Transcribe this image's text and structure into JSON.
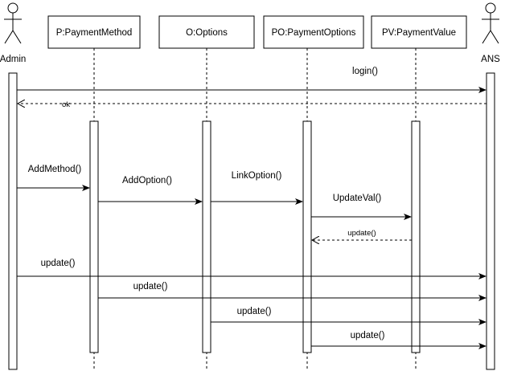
{
  "diagram": {
    "actors": [
      {
        "id": "admin",
        "label": "Admin"
      },
      {
        "id": "ans",
        "label": "ANS"
      }
    ],
    "objects": [
      {
        "id": "pm",
        "label": "P:PaymentMethod"
      },
      {
        "id": "opt",
        "label": "O:Options"
      },
      {
        "id": "po",
        "label": "PO:PaymentOptions"
      },
      {
        "id": "pv",
        "label": "PV:PaymentValue"
      }
    ],
    "messages": [
      {
        "id": "login",
        "label": "login()",
        "kind": "sync"
      },
      {
        "id": "ok",
        "label": "ok",
        "kind": "return"
      },
      {
        "id": "add-method",
        "label": "AddMethod()",
        "kind": "sync"
      },
      {
        "id": "add-option",
        "label": "AddOption()",
        "kind": "sync"
      },
      {
        "id": "link-option",
        "label": "LinkOption()",
        "kind": "sync"
      },
      {
        "id": "update-val",
        "label": "UpdateVal()",
        "kind": "sync"
      },
      {
        "id": "update-ret",
        "label": "update()",
        "kind": "return"
      },
      {
        "id": "update-admin",
        "label": "update()",
        "kind": "sync"
      },
      {
        "id": "update-pm",
        "label": "update()",
        "kind": "sync"
      },
      {
        "id": "update-opt",
        "label": "update()",
        "kind": "sync"
      },
      {
        "id": "update-po",
        "label": "update()",
        "kind": "sync"
      }
    ]
  }
}
